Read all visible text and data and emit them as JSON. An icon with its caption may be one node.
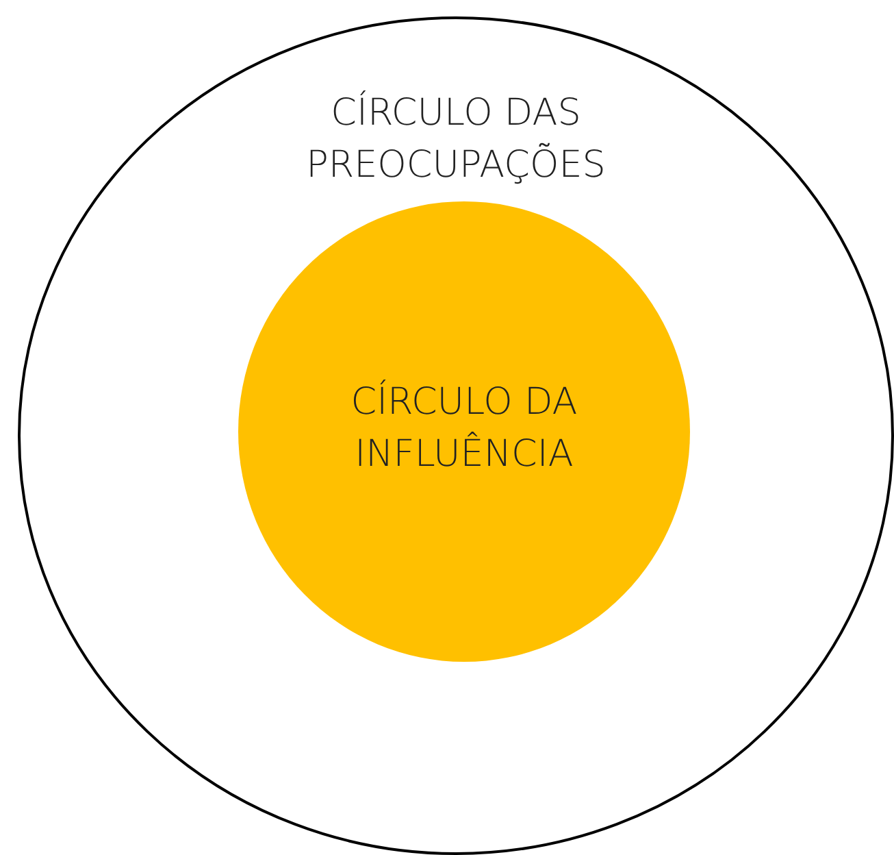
{
  "diagram": {
    "nodes": [
      {
        "text": [
          "CÍRCULO DAS PREOCUPAÇÕES"
        ]
      },
      {
        "text": [
          "CÍRCULO DA INFLUÊNCIA"
        ],
        "in": 0
      }
    ]
  }
}
